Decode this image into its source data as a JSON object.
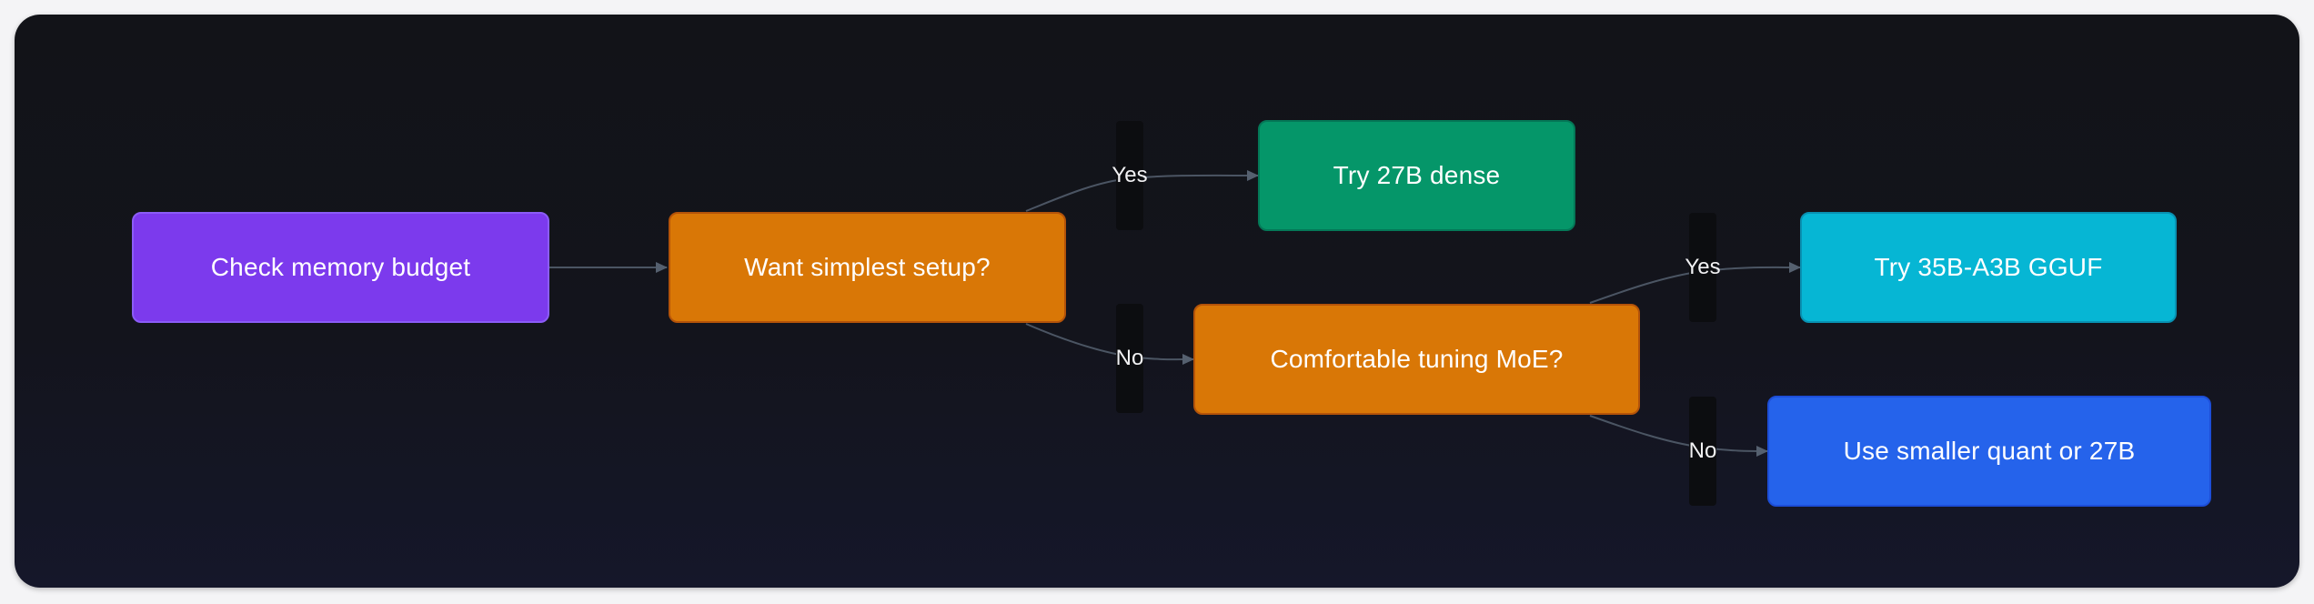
{
  "diagram": {
    "type": "flowchart",
    "nodes": {
      "check_memory": {
        "label": "Check memory budget",
        "color": "#7c3aed"
      },
      "want_simplest": {
        "label": "Want simplest setup?",
        "color": "#d97706"
      },
      "try_27b": {
        "label": "Try 27B dense",
        "color": "#059669"
      },
      "comfortable_moe": {
        "label": "Comfortable tuning MoE?",
        "color": "#d97706"
      },
      "try_35b": {
        "label": "Try 35B-A3B GGUF",
        "color": "#06b6d4"
      },
      "use_smaller": {
        "label": "Use smaller quant or 27B",
        "color": "#2563eb"
      }
    },
    "edges": [
      {
        "from": "check_memory",
        "to": "want_simplest",
        "label": ""
      },
      {
        "from": "want_simplest",
        "to": "try_27b",
        "label": "Yes"
      },
      {
        "from": "want_simplest",
        "to": "comfortable_moe",
        "label": "No"
      },
      {
        "from": "comfortable_moe",
        "to": "try_35b",
        "label": "Yes"
      },
      {
        "from": "comfortable_moe",
        "to": "use_smaller",
        "label": "No"
      }
    ],
    "edge_labels": {
      "yes1": "Yes",
      "no1": "No",
      "yes2": "Yes",
      "no2": "No"
    },
    "colors": {
      "background": "#13141c",
      "edge": "#4b5563"
    }
  }
}
